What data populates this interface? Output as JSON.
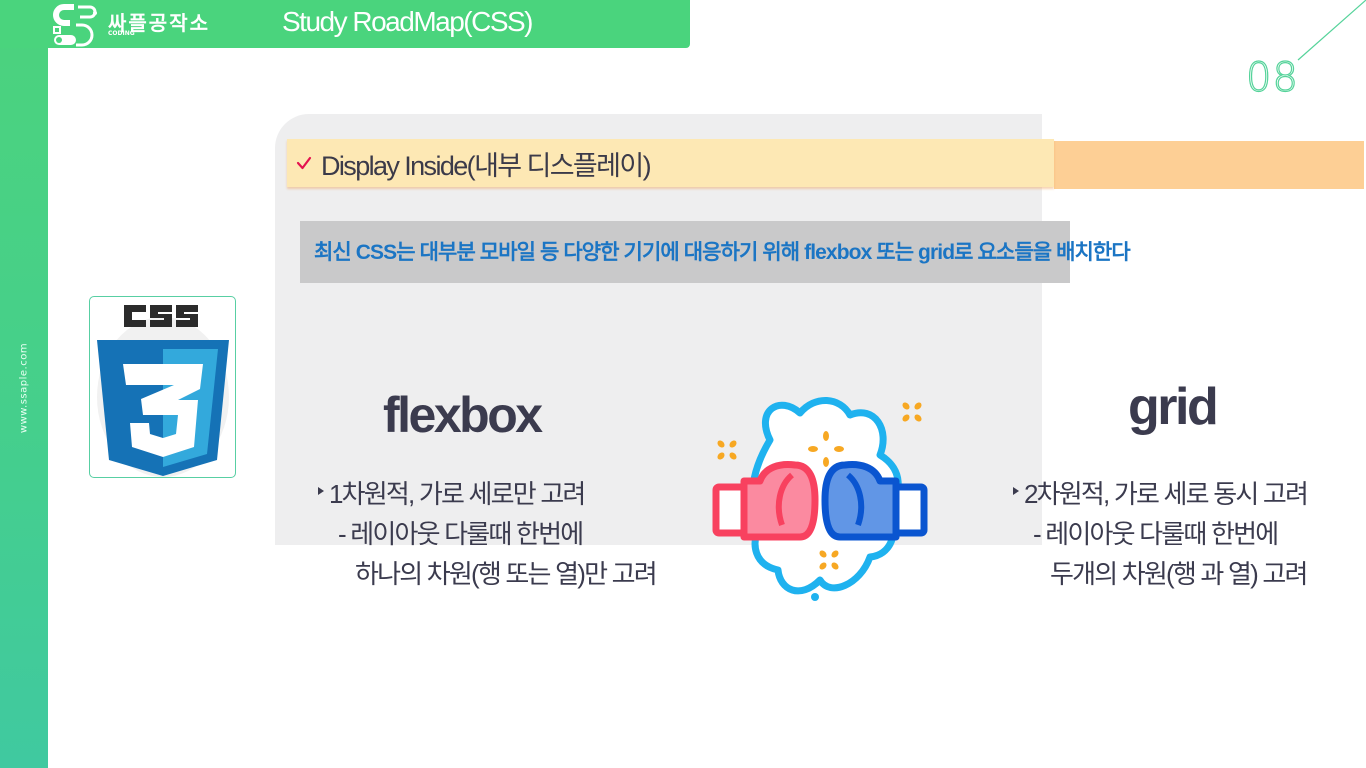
{
  "header": {
    "logo": {
      "brand_name": "싸플공작소",
      "brand_sub": "CODING"
    },
    "title": "Study RoadMap(CSS)"
  },
  "side": {
    "url": "www.ssaple.com"
  },
  "slide_number": "08",
  "section": {
    "check_icon": "checkmark-icon",
    "heading": "Display Inside(내부 디스플레이)"
  },
  "summary": "최신 CSS는 대부분 모바일 등 다양한 기기에 대응하기 위해 flexbox 또는 grid로 요소들을 배치한다",
  "css_logo": {
    "label": "CSS",
    "version": "3"
  },
  "columns": {
    "flexbox": {
      "title": "flexbox",
      "bullet": "1차원적, 가로 세로만 고려",
      "detail_line1": "- 레이아웃 다룰때 한번에",
      "detail_line2": "하나의 차원(행 또는 열)만 고려"
    },
    "grid": {
      "title": "grid",
      "bullet": "2차원적, 가로 세로 동시 고려",
      "detail_line1": "- 레이아웃 다룰때 한번에",
      "detail_line2": "두개의 차원(행 과 열) 고려"
    }
  },
  "illustration": {
    "icon": "boxing-gloves-icon",
    "colors": {
      "left_glove": "#f8415f",
      "right_glove": "#0a55d0",
      "cloud": "#1fb2ef",
      "sparkles": "#f7a823"
    }
  },
  "colors": {
    "brand_green": "#4ad47d",
    "heading_bar": "#fde8b4",
    "heading_accent": "#fdcf95",
    "summary_text": "#1b75c4",
    "panel_gray": "#eeeeef",
    "check": "#e4134f"
  }
}
